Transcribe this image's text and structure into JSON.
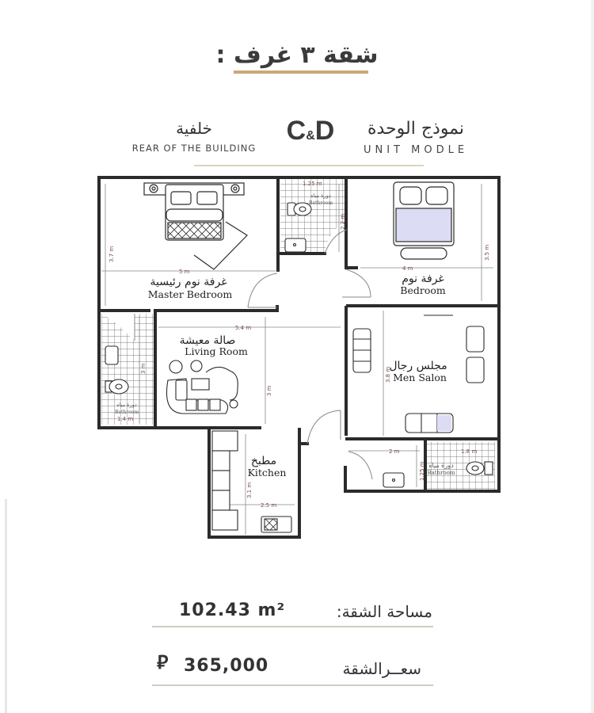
{
  "header": {
    "title": "شقة ٣ غرف :",
    "unit_model_ar": "نموذج الوحدة",
    "unit_model_en": "UNIT MODLE",
    "model_code_left": "C",
    "model_code_amp": "&",
    "model_code_right": "D",
    "rear_ar": "خلفية",
    "rear_en": "REAR OF THE BUILDING"
  },
  "rooms": {
    "master_bedroom": {
      "ar": "غرفة نوم رئيسية",
      "en": "Master Bedroom",
      "width": "5 m",
      "length": "3.7 m"
    },
    "bedroom": {
      "ar": "غرفة نوم",
      "en": "Bedroom",
      "width": "4 m",
      "length": "3.5 m"
    },
    "bathroom_top": {
      "ar": "دورة مياه",
      "en": "Bathroom",
      "width": "1.25 m",
      "length": "2.2 m"
    },
    "bathroom_left": {
      "ar": "دورة مياه",
      "en": "Bathroom",
      "width": "1.4 m",
      "length": "3 m"
    },
    "living_room": {
      "ar": "صالة معيشة",
      "en": "Living Room",
      "width": "5.4 m",
      "length": "3 m"
    },
    "men_salon": {
      "ar": "مجلس رجال",
      "en": "Men Salon",
      "length": "3.8 m"
    },
    "bathroom_right": {
      "ar": "دورة مياه",
      "en": "Bathroom",
      "width": "1.8 m",
      "length": "1.25 m",
      "corridor": "2 m"
    },
    "kitchen": {
      "ar": "مطبخ",
      "en": "Kitchen",
      "width": "2.5 m",
      "length": "3.1 m"
    }
  },
  "info": {
    "area_label": "مساحة الشقة:",
    "area_value": "102.43 m²",
    "price_label": "سعــرالشقة",
    "price_value": "365,000",
    "currency_icon": "riyal-icon"
  },
  "colors": {
    "accent": "#c9a87a",
    "wall": "#2b2b2b",
    "text": "#3a3a3a",
    "bed_fill": "#dcdcf5"
  }
}
